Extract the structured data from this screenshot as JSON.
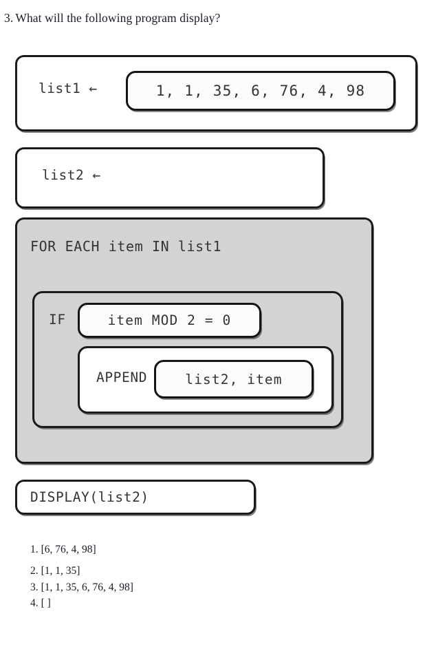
{
  "question": {
    "number": "3.",
    "text": "What will the following program display?"
  },
  "program": {
    "assign_list1": {
      "label": "list1 ←",
      "value": "1, 1, 35, 6, 76, 4, 98"
    },
    "assign_list2": {
      "label": "list2 ←"
    },
    "for_each": {
      "label": "FOR EACH item IN list1",
      "if_block": {
        "keyword": "IF",
        "condition": "item MOD 2 = 0",
        "body": {
          "keyword": "APPEND",
          "arguments": "list2, item"
        }
      }
    },
    "display": {
      "label": "DISPLAY(list2)"
    }
  },
  "choices": [
    {
      "number": "1.",
      "text": "[6, 76, 4, 98]"
    },
    {
      "number": "2.",
      "text": "[1, 1, 35]"
    },
    {
      "number": "3.",
      "text": "[1, 1, 35, 6, 76, 4, 98]"
    },
    {
      "number": "4.",
      "text": "[ ]"
    }
  ],
  "colors": {
    "loop_fill": "#d3d3d3",
    "block_border": "#1a1a1a",
    "code_text": "#333333",
    "prose_text": "#1b1b28"
  }
}
